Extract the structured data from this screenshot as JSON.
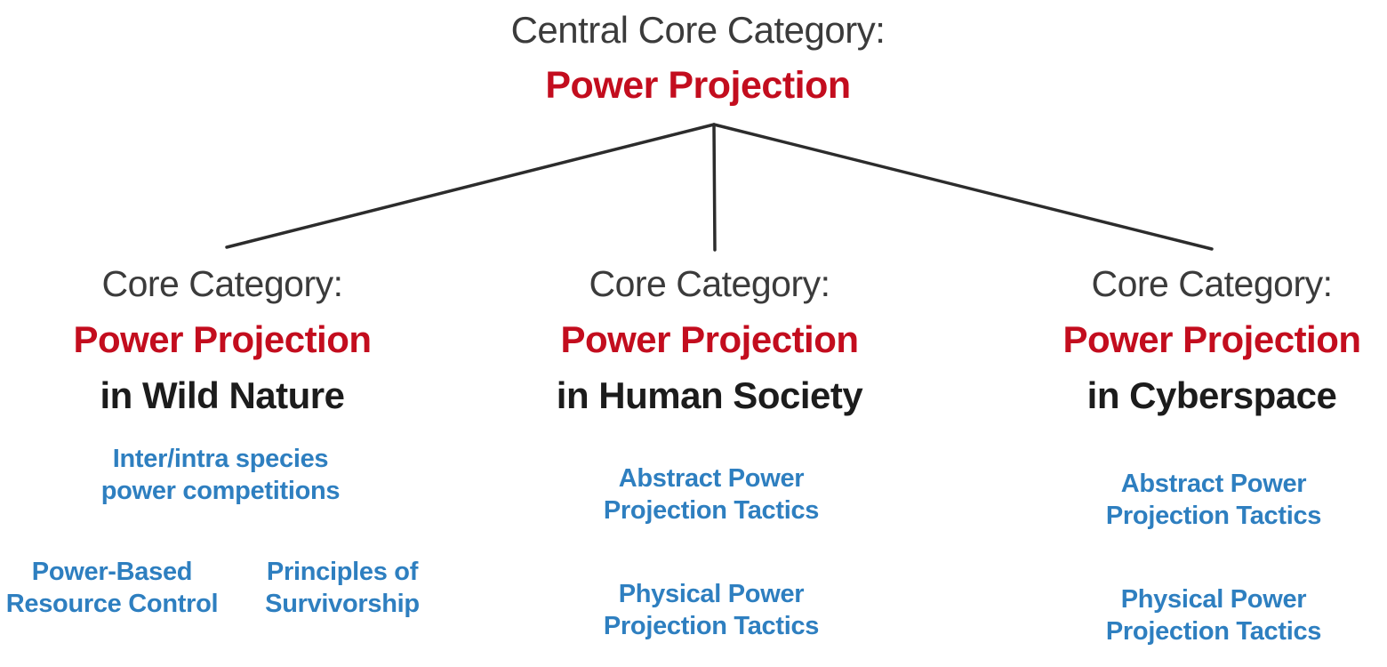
{
  "colors": {
    "heading": "#3b3b3b",
    "emphasis_red": "#c30d1e",
    "subtitle_black": "#1c1c1c",
    "item_blue": "#2e7fc0",
    "connector": "#2c2c2c",
    "background": "#ffffff"
  },
  "central": {
    "label": "Central Core Category:",
    "title": "Power Projection"
  },
  "branches": [
    {
      "label": "Core Category:",
      "title": "Power Projection",
      "subtitle": "in Wild Nature",
      "items": [
        {
          "lines": [
            "Inter/intra species",
            "power competitions"
          ]
        },
        {
          "lines": [
            "Power-Based",
            "Resource Control"
          ]
        },
        {
          "lines": [
            "Principles of",
            "Survivorship"
          ]
        }
      ]
    },
    {
      "label": "Core Category:",
      "title": "Power Projection",
      "subtitle": "in Human Society",
      "items": [
        {
          "lines": [
            "Abstract Power",
            "Projection Tactics"
          ]
        },
        {
          "lines": [
            "Physical Power",
            "Projection Tactics"
          ]
        }
      ]
    },
    {
      "label": "Core Category:",
      "title": "Power Projection",
      "subtitle": "in Cyberspace",
      "items": [
        {
          "lines": [
            "Abstract Power",
            "Projection Tactics"
          ]
        },
        {
          "lines": [
            "Physical Power",
            "Projection Tactics"
          ]
        }
      ]
    }
  ]
}
